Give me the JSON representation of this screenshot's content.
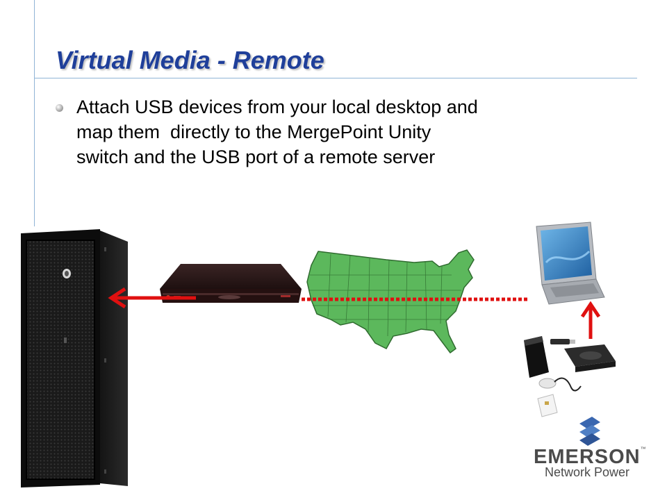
{
  "slide": {
    "title": "Virtual Media - Remote",
    "bullet_lines": [
      "Attach USB devices from your local desktop and",
      "map them  directly to the MergePoint Unity",
      "switch and the USB port of a remote server"
    ]
  },
  "logo": {
    "name": "EMERSON",
    "trademark": "™",
    "subtitle": "Network Power"
  },
  "icons": [
    "server-rack-icon",
    "kvm-switch-icon",
    "usa-map-icon",
    "laptop-icon",
    "usb-media-devices-icon",
    "emerson-logo-icon"
  ],
  "colors": {
    "title": "#1f3f9a",
    "rule_lines": "#8fb4d6",
    "arrow": "#e01010",
    "map_fill": "#5cb85c",
    "logo_text": "#4b4b4b",
    "logo_mark": "#3a67b0"
  }
}
